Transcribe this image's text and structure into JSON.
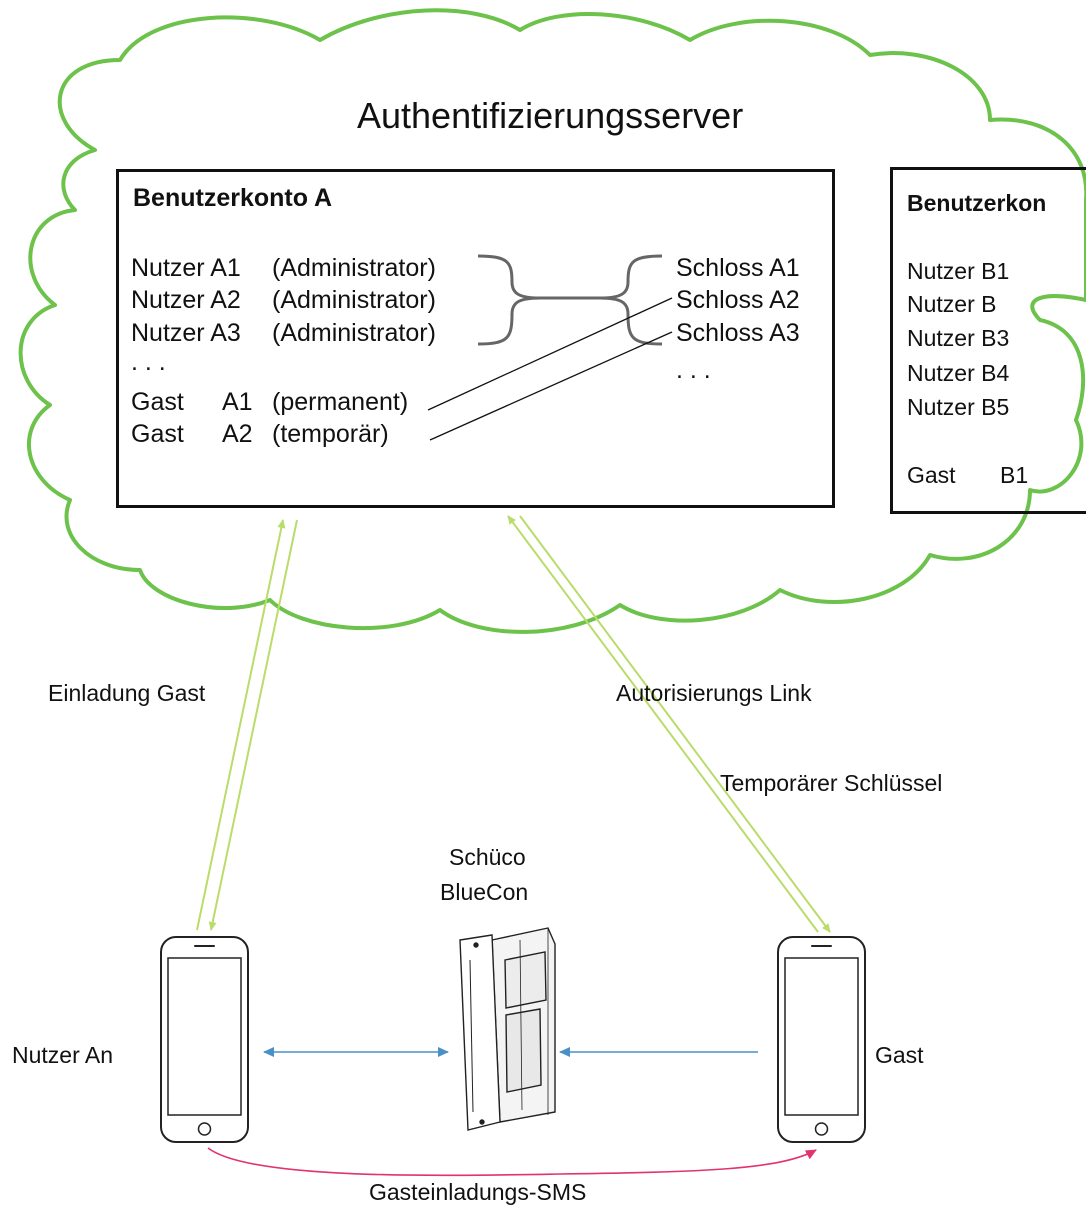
{
  "server": {
    "title": "Authentifizierungsserver"
  },
  "account_a": {
    "title": "Benutzerkonto A",
    "users": [
      {
        "name": "Nutzer A1",
        "role": "(Administrator)"
      },
      {
        "name": "Nutzer A2",
        "role": "(Administrator)"
      },
      {
        "name": "Nutzer A3",
        "role": "(Administrator)"
      }
    ],
    "users_ellipsis": ". . .",
    "guests": [
      {
        "name": "Gast",
        "id": "A1",
        "role": "(permanent)"
      },
      {
        "name": "Gast",
        "id": "A2",
        "role": "(temporär)"
      }
    ],
    "locks": [
      "Schloss A1",
      "Schloss A2",
      "Schloss A3"
    ],
    "locks_ellipsis": ". . ."
  },
  "account_b": {
    "title": "Benutzerkon",
    "users": [
      "Nutzer B1",
      "Nutzer B",
      "Nutzer B3",
      "Nutzer B4",
      "Nutzer B5"
    ],
    "guest": {
      "name": "Gast",
      "id": "B1"
    }
  },
  "flows": {
    "invite_label": "Einladung Gast",
    "auth_link_label": "Autorisierungs Link",
    "temp_key_label": "Temporärer Schlüssel",
    "sms_label": "Gasteinladungs-SMS"
  },
  "device": {
    "line1": "Schüco",
    "line2": "BlueCon"
  },
  "actors": {
    "user": "Nutzer An",
    "guest": "Gast"
  },
  "colors": {
    "cloud": "#6cc24a",
    "server_arrows": "#b9dc6a",
    "bluetooth_arrows": "#4a90c8",
    "sms_arrow": "#e2336f",
    "box_border": "#111111"
  }
}
